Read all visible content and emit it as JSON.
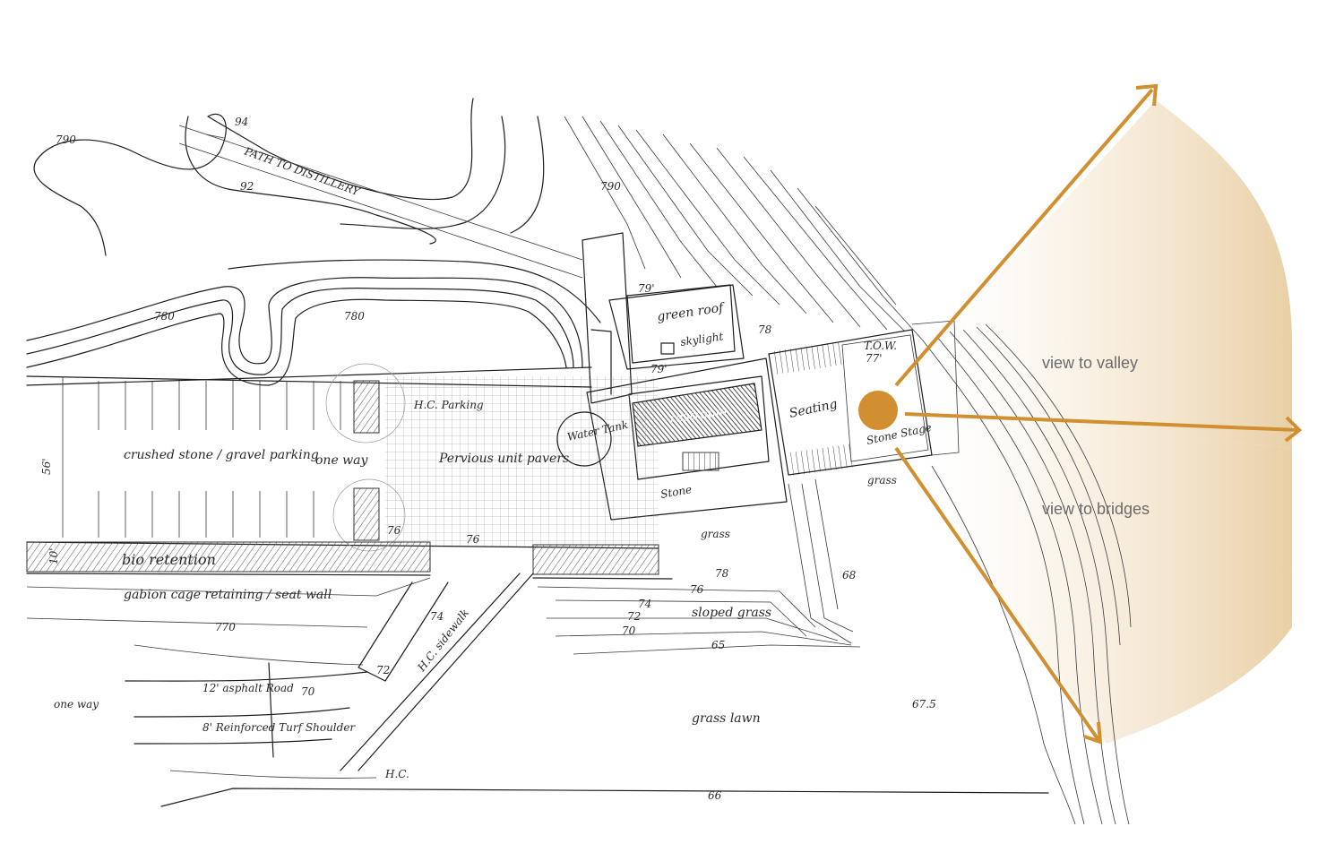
{
  "sketch": {
    "contours": {
      "c790a": "790",
      "c790b": "790",
      "c94": "94",
      "c92": "92",
      "c780a": "780",
      "c780b": "780",
      "c770": "770"
    },
    "path_label": "PATH TO DISTILLERY",
    "green_roof": "green roof",
    "skylight": "skylight",
    "elev_79": "79'",
    "elev_791": "79'",
    "elev_78": "78",
    "tow": "T.O.W.",
    "tow_elev": "77'",
    "restroom": "restroom",
    "water_tank": "Water Tank",
    "seating": "Seating",
    "stone_stage": "Stone Stage",
    "stone": "Stone",
    "grass": "grass",
    "grass2": "grass",
    "hc_parking": "H.C. Parking",
    "crushed_stone": "crushed stone / gravel parking",
    "one_way": "one way",
    "pervious": "Pervious unit pavers",
    "bio": "bio retention",
    "gabion": "gabion cage retaining / seat wall",
    "dim_56": "56'",
    "dim_10": "10'",
    "e76a": "76",
    "e76b": "76",
    "e78": "78",
    "e76c": "76",
    "e74a": "74",
    "e72": "72",
    "e70a": "70",
    "e68": "68",
    "e74b": "74",
    "e72b": "72",
    "e70b": "70",
    "e65": "65",
    "e675": "67.5",
    "e66": "66",
    "hc_sidewalk": "H.C. sidewalk",
    "sloped_grass": "sloped grass",
    "asphalt": "12' asphalt Road",
    "turf": "8' Reinforced Turf Shoulder",
    "one_way2": "one way",
    "hc": "H.C.",
    "grass_lawn": "grass lawn"
  },
  "overlay": {
    "view_valley": "view to valley",
    "view_bridges": "view to bridges",
    "accent_color": "#d18f2f",
    "fan_color": "#f1dfc0"
  }
}
